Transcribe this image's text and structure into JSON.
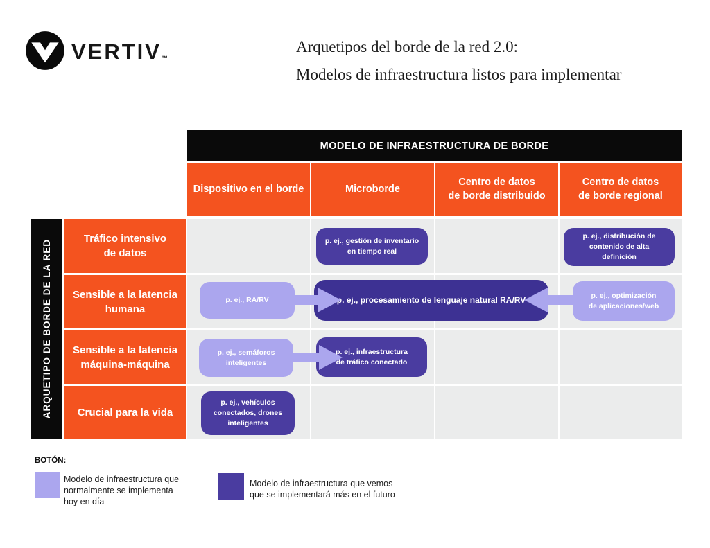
{
  "brand": {
    "name": "VERTIV",
    "trademark": "™",
    "logo_icon": "vertiv-v-mark"
  },
  "title": {
    "line1": "Arquetipos del borde de la red 2.0:",
    "line2": "Modelos de infraestructura listos para implementar"
  },
  "matrix": {
    "column_axis_title": "MODELO DE INFRAESTRUCTURA DE BORDE",
    "row_axis_title": "ARQUETIPO DE BORDE DE LA RED",
    "columns": [
      {
        "label": "Dispositivo en el borde"
      },
      {
        "label": "Microborde"
      },
      {
        "label": "Centro de datos\nde borde distribuido"
      },
      {
        "label": "Centro de datos\nde borde regional"
      }
    ],
    "rows": [
      {
        "label": "Tráfico intensivo\nde datos"
      },
      {
        "label": "Sensible a la latencia\nhumana"
      },
      {
        "label": "Sensible a la latencia\nmáquina-máquina"
      },
      {
        "label": "Crucial para la vida"
      }
    ]
  },
  "badges": {
    "inventario": {
      "text": "p. ej., gestión de inventario\nen tiempo real",
      "row": "Tráfico intensivo de datos",
      "column": "Microborde",
      "style": "future"
    },
    "distribucion": {
      "text": "p. ej., distribución de\ncontenido de alta\ndefinición",
      "row": "Tráfico intensivo de datos",
      "column": "Centro de datos de borde regional",
      "style": "future"
    },
    "ra_rv": {
      "text": "p. ej., RA/RV",
      "row": "Sensible a la latencia humana",
      "column": "Dispositivo en el borde",
      "style": "today"
    },
    "nlp": {
      "text": "p. ej., procesamiento de lenguaje natural RA/RV",
      "row": "Sensible a la latencia humana",
      "column": "Microborde + Centro de datos de borde distribuido",
      "style": "future"
    },
    "optimizacion": {
      "text": "p. ej., optimización\nde aplicaciones/web",
      "row": "Sensible a la latencia humana",
      "column": "Centro de datos de borde regional",
      "style": "today"
    },
    "semaforos": {
      "text": "p. ej., semáforos\ninteligentes",
      "row": "Sensible a la latencia máquina-máquina",
      "column": "Dispositivo en el borde",
      "style": "today"
    },
    "trafico": {
      "text": "p. ej., infraestructura\nde tráfico conectado",
      "row": "Sensible a la latencia máquina-máquina",
      "column": "Microborde",
      "style": "future"
    },
    "vehiculos": {
      "text": "p. ej., vehículos\nconectados, drones\ninteligentes",
      "row": "Crucial para la vida",
      "column": "Dispositivo en el borde",
      "style": "future"
    }
  },
  "legend": {
    "title": "BOTÓN:",
    "today_label": "Modelo de infraestructura que\nnormalmente se implementa\nhoy en día",
    "future_label": "Modelo de infraestructura que vemos\nque se implementará más en el futuro"
  },
  "colors": {
    "orange": "#F4531F",
    "black": "#0A0A0A",
    "cell_gray": "#EBECEC",
    "purple_light": "#ABA6EE",
    "purple_dark": "#4A3CA0",
    "purple_deep": "#3D3193"
  }
}
